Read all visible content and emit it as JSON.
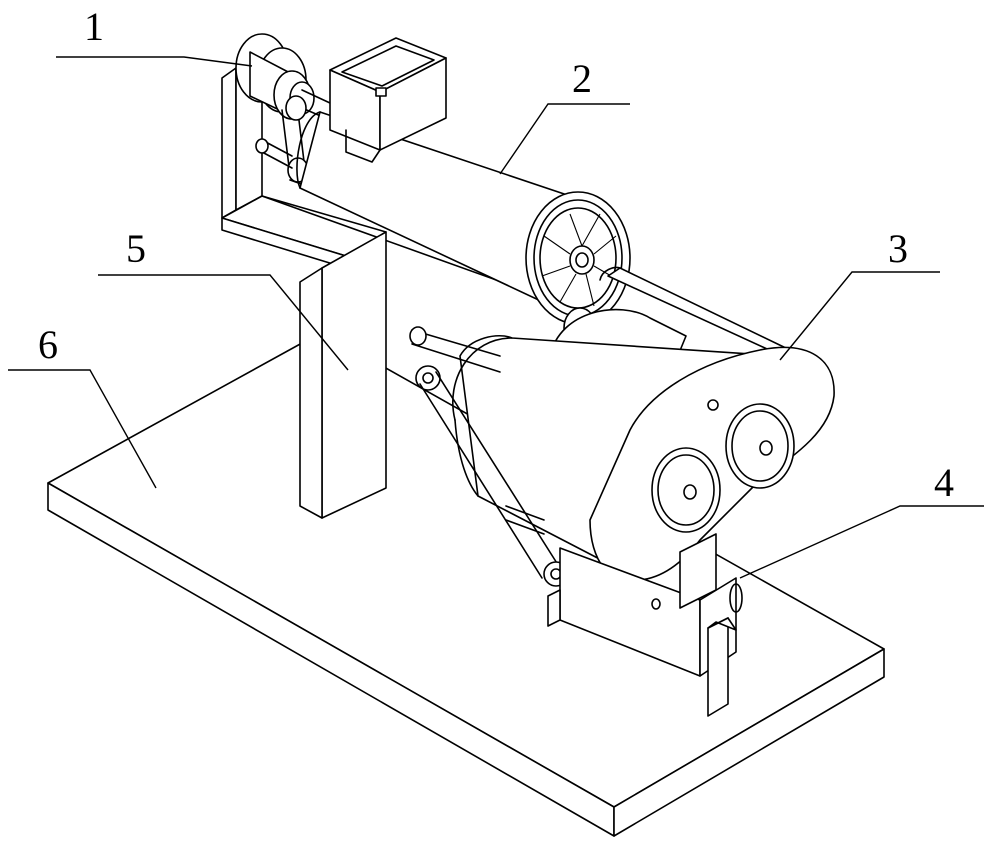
{
  "figure": {
    "background": "#ffffff",
    "line_color": "#000000"
  },
  "callouts": [
    {
      "id": "1",
      "label": "1"
    },
    {
      "id": "2",
      "label": "2"
    },
    {
      "id": "3",
      "label": "3"
    },
    {
      "id": "4",
      "label": "4"
    },
    {
      "id": "5",
      "label": "5"
    },
    {
      "id": "6",
      "label": "6"
    }
  ]
}
